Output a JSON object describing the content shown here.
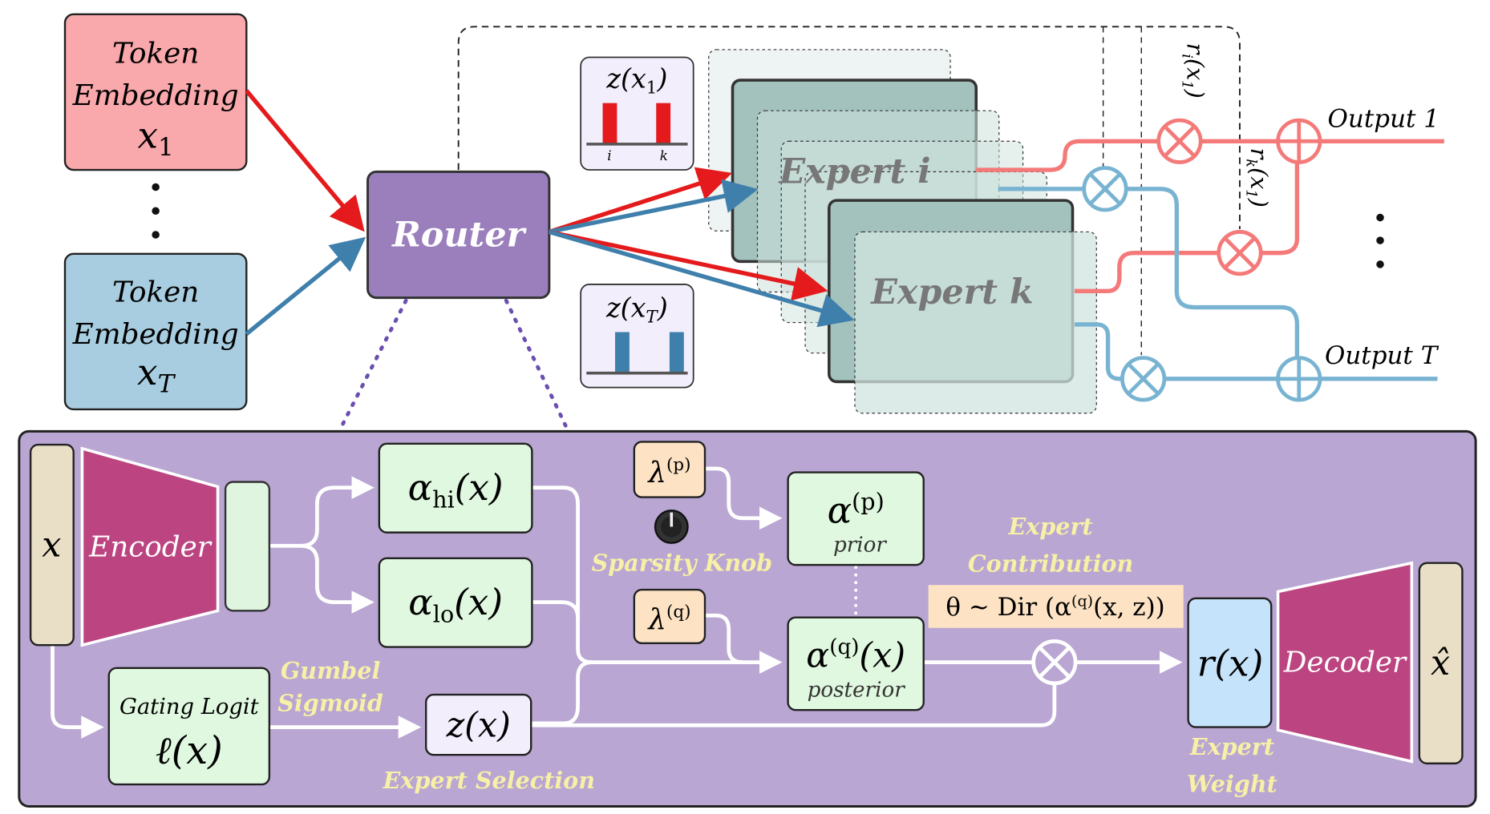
{
  "colors": {
    "token1": "#f9a8ab",
    "tokenT": "#a8cde0",
    "router": "#9b7fbd",
    "expert": "#a3c2bd",
    "red": "#e41a1c",
    "blue": "#3f7fab",
    "panel": "#b9a6d3",
    "encoder": "#bc4480",
    "green_box": "#e0f8e0",
    "orange_box": "#fde3c4",
    "label_yellow": "#f7f0a6"
  },
  "tokens": [
    {
      "line1": "Token",
      "line2": "Embedding",
      "var": "x",
      "sub": "1"
    },
    {
      "line1": "Token",
      "line2": "Embedding",
      "var": "x",
      "sub": "T"
    }
  ],
  "router": {
    "label": "Router"
  },
  "gates": [
    {
      "label": "z(x",
      "sub": "1",
      "close": ")",
      "ticks": [
        "i",
        "k"
      ]
    },
    {
      "label": "z(x",
      "sub": "T",
      "close": ")"
    }
  ],
  "experts": [
    {
      "label": "Expert i"
    },
    {
      "label": "Expert k"
    }
  ],
  "weights": [
    {
      "r": "r",
      "sub": "i",
      "arg": "(x",
      "argsub": "1",
      "close": ")"
    },
    {
      "r": "r",
      "sub": "k",
      "arg": "(x",
      "argsub": "1",
      "close": ")"
    }
  ],
  "outputs": [
    "Output 1",
    "Output T"
  ],
  "panel": {
    "x": "x",
    "encoder": "Encoder",
    "alpha_hi": {
      "a": "α",
      "sub": "hi",
      "arg": "(x)"
    },
    "alpha_lo": {
      "a": "α",
      "sub": "lo",
      "arg": "(x)"
    },
    "lambda_p": {
      "l": "λ",
      "sup": "(p)"
    },
    "lambda_q": {
      "l": "λ",
      "sup": "(q)"
    },
    "sparsity_knob": "Sparsity Knob",
    "alpha_p": {
      "a": "α",
      "sup": "(p)",
      "caption": "prior"
    },
    "alpha_q": {
      "a": "α",
      "sup": "(q)",
      "arg": "(x)",
      "caption": "posterior"
    },
    "expert_contribution": [
      "Expert",
      "Contribution"
    ],
    "theta": {
      "pre": "θ ~ Dir (α",
      "sup": "(q)",
      "post": "(x, z))"
    },
    "gating": {
      "title": "Gating Logit",
      "expr": "ℓ(x)"
    },
    "gumbel": [
      "Gumbel",
      "Sigmoid"
    ],
    "zx": "z(x)",
    "expert_selection": "Expert Selection",
    "rx": "r(x)",
    "expert_weight": [
      "Expert",
      "Weight"
    ],
    "decoder": "Decoder",
    "xhat": "x̂"
  }
}
